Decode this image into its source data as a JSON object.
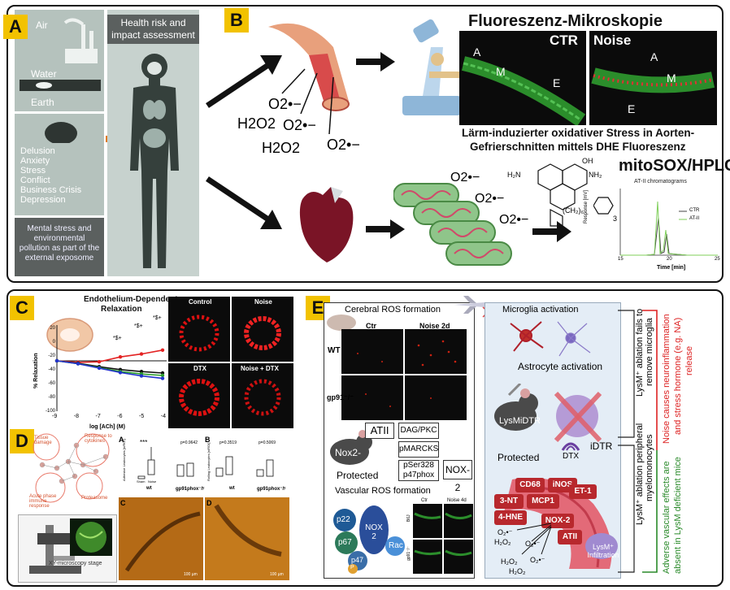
{
  "panel_letters": {
    "a": "A",
    "b": "B",
    "c": "C",
    "d": "D",
    "e": "E"
  },
  "panel_a": {
    "env_labels": [
      "Air",
      "Water",
      "Earth"
    ],
    "stress_list": [
      "Delusion",
      "Anxiety",
      "Stress",
      "Conflict",
      "Business Crisis",
      "Depression"
    ],
    "exposome_text": "Mental stress and environmental pollution as part of the external exposome",
    "title": "Health risk and impact assessment"
  },
  "panel_b": {
    "title": "Fluoreszenz-Mikroskopie",
    "labels": {
      "ctr": "CTR",
      "noise": "Noise",
      "a": "A",
      "m": "M",
      "e": "E"
    },
    "caption_line1": "Lärm-induzierter oxidativer Stress in Aorten-",
    "caption_line2": "Gefrierschnitten mittels DHE Fluoreszenz",
    "mitosox_title": "mitoSOX/HPLC",
    "chem": {
      "h2o2": "H2O2",
      "o2": "O2•−",
      "nh2a": "H₂N",
      "nh2b": "NH₂",
      "oh": "OH",
      "chain": "(CH₂)₆",
      "subscript3": "3"
    },
    "hplc": {
      "title": "AT-II chromatograms",
      "ylabel": "Response [mV]",
      "xlabel": "Time [min]",
      "xticks": [
        "15",
        "20",
        "25"
      ],
      "legend": [
        "CTR",
        "AT-II"
      ]
    },
    "series_colors": {
      "ctr": "#444444",
      "at2": "#7fcf5a"
    }
  },
  "panel_c": {
    "title_line1": "Endothelium-Dependent",
    "title_line2": "Relaxation",
    "ylabel": "% Relaxation",
    "xlabel": "log [ACh] (M)",
    "yticks": [
      "20",
      "0",
      "-20",
      "-40",
      "-60",
      "-80",
      "-100"
    ],
    "xticks": [
      "-9",
      "-8",
      "-7",
      "-6",
      "-5",
      "-4"
    ],
    "annotations": [
      "*$+",
      "*$+",
      "*$+"
    ],
    "micro_labels": [
      "Control",
      "Noise",
      "DTX",
      "Noise + DTX"
    ],
    "series_colors": [
      "#e32222",
      "#111111",
      "#2a9d2a",
      "#2233cc"
    ]
  },
  "panel_d": {
    "network_labels": [
      "Tissue damage",
      "Response to cytokines",
      "Acute phase immune response",
      "Proteasome"
    ],
    "microscope_caption": "XY-microscopy stage",
    "chart_a_letter": "A",
    "chart_b_letter": "B",
    "chart_c_letter": "C",
    "chart_d_letter": "D",
    "stars": "***",
    "p_values": [
      "p=0.9642",
      "p=0.3519",
      "p=0.5069"
    ],
    "ylabels": [
      "Adhesive Leukocytes [n/ROI]",
      "Rolling Leukocytes [n/ROI]"
    ],
    "group_labels": [
      "Sham",
      "Noise"
    ],
    "genotypes": [
      "wt",
      "gp91phox⁻/ʸ"
    ],
    "scale": "100 µm"
  },
  "panel_e": {
    "cerebral_title": "Cerebral ROS formation",
    "col_labels": [
      "Ctr",
      "Noise 2d"
    ],
    "row_labels": [
      "WT",
      "gp91⁻/⁻"
    ],
    "mouse_label": "Nox2-",
    "protected": "Protected",
    "pathway": {
      "atii": "ATII",
      "dag": "DAG/PKC",
      "pmarcks": "pMARCKS",
      "pser": "pSer328",
      "p47": "p47phox",
      "nox2": "NOX-2"
    },
    "vascular_title": "Vascular ROS formation",
    "vasc_cols": [
      "Ctr",
      "Noise 4d"
    ],
    "vasc_rows": [
      "B6J",
      "gp91⁻/⁻"
    ],
    "nox_subunits": [
      "p22",
      "p67",
      "p47",
      "NOX 2",
      "Rac",
      "P"
    ],
    "microglia_title": "Microglia activation",
    "astrocyte": "Astrocyte activation",
    "lysm_label": "LysMiDTR",
    "protected2": "Protected",
    "idtr": "iDTR",
    "dtx": "DTX",
    "markers": [
      "CD68",
      "iNOS",
      "3-NT",
      "MCP1",
      "4-HNE",
      "ET-1",
      "NOX-2",
      "ATII"
    ],
    "infiltration": "LysM⁺ Infiltration",
    "ros": [
      "O₂•⁻",
      "H₂O₂",
      "O₂•⁻",
      "H₂O₂",
      "H₂O₂",
      "O₂•⁻"
    ],
    "side1_line1": "LysM⁺ ablation fails to",
    "side1_line2": "remove microglia",
    "side2_line1": "LysM⁺ ablation  peripheral",
    "side2_line2": "myelomonocytes",
    "red_line1": "Noise causes neuroinflammation",
    "red_line2": "and stress hormone (e.g. NA)",
    "red_line3": "release",
    "green_line1": "Adverse vascular effects are",
    "green_line2": "absent in LysM deficient mice"
  }
}
